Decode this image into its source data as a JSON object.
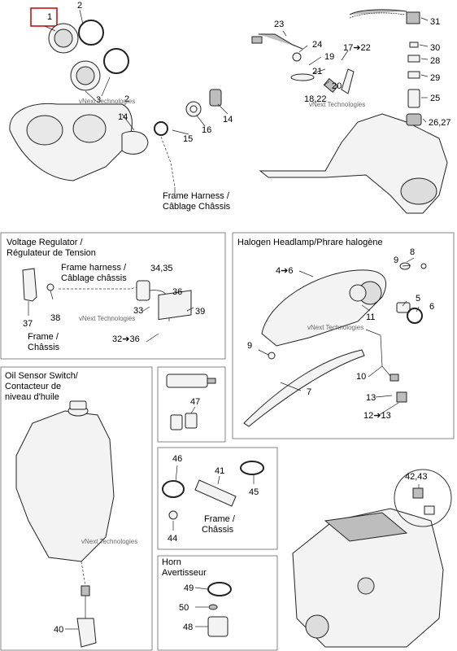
{
  "sections": {
    "instrument_cluster": {
      "labels": [
        "1",
        "2",
        "2",
        "3",
        "14",
        "14",
        "15",
        "16"
      ],
      "frame_note": [
        "Frame Harness /",
        "Câblage Châssis"
      ]
    },
    "ignition": {
      "labels": [
        "23",
        "24",
        "19",
        "17➔22",
        "21",
        "20",
        "18,22",
        "31",
        "30",
        "28",
        "29",
        "25",
        "26,27"
      ]
    },
    "voltage_regulator": {
      "title": [
        "Voltage Regulator /",
        "Régulateur de Tension"
      ],
      "harness_note": [
        "Frame harness /",
        "Câblage châssis"
      ],
      "frame_note": [
        "Frame /",
        "Châssis"
      ],
      "labels": [
        "34,35",
        "36",
        "33",
        "39",
        "32➔36",
        "37",
        "38"
      ]
    },
    "headlamp": {
      "title": "Halogen Headlamp/Phrare halogène",
      "labels": [
        "8",
        "9",
        "4➔6",
        "5",
        "6",
        "11",
        "9",
        "10",
        "7",
        "13",
        "12➔13"
      ]
    },
    "oil_sensor": {
      "title": [
        "Oil Sensor Switch/",
        "Contacteur de",
        "niveau d'huile"
      ],
      "labels": [
        "40"
      ]
    },
    "connectors": {
      "labels": [
        "47"
      ]
    },
    "clamps": {
      "labels": [
        "46",
        "41",
        "45",
        "44"
      ],
      "frame_note": [
        "Frame /",
        "Châssis"
      ]
    },
    "horn": {
      "title": [
        "Horn",
        "Avertisseur"
      ],
      "labels": [
        "49",
        "50",
        "48"
      ]
    },
    "engine": {
      "labels": [
        "42,43"
      ]
    },
    "watermark": "vNext Technologies"
  }
}
